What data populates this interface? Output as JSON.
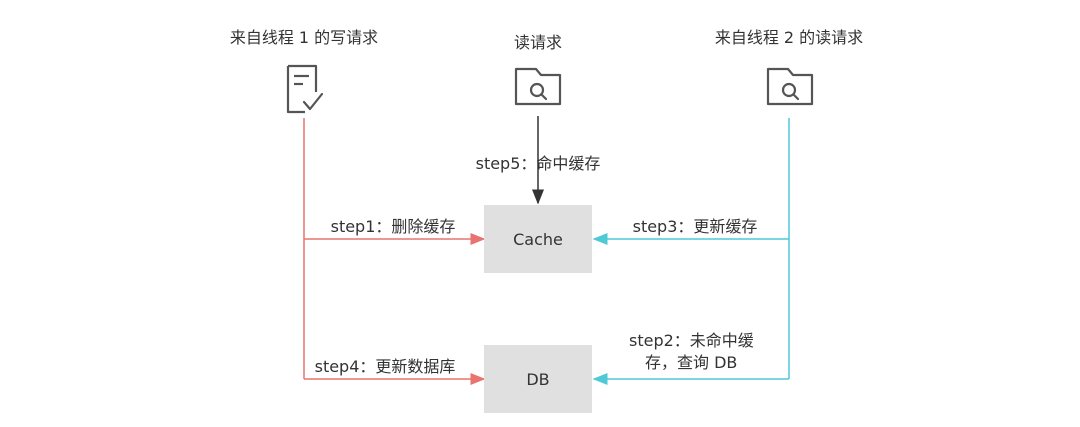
{
  "actors": {
    "writer_thread1": "来自线程 1 的写请求",
    "reader": "读请求",
    "reader_thread2": "来自线程 2 的读请求"
  },
  "nodes": {
    "cache": "Cache",
    "db": "DB"
  },
  "steps": {
    "step1": "step1：删除缓存",
    "step2_line1": "step2：未命中缓",
    "step2_line2": "存，查询 DB",
    "step3": "step3：更新缓存",
    "step4": "step4：更新数据库",
    "step5": "step5：命中缓存"
  },
  "colors": {
    "thread1_arrow": "#e8736f",
    "thread2_arrow": "#4fc9d6",
    "read_arrow": "#333333",
    "box_fill": "#e0e0e0",
    "icon_stroke": "#555555"
  },
  "icons": {
    "writer_icon": "document-check-icon",
    "reader_icon": "folder-search-icon",
    "reader2_icon": "folder-search-icon"
  }
}
